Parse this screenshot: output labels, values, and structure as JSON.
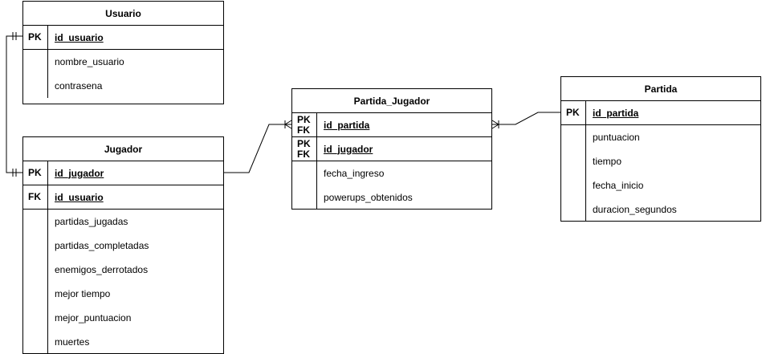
{
  "entities": {
    "usuario": {
      "title": "Usuario",
      "keys": [
        {
          "label": "PK",
          "field": "id_usuario"
        }
      ],
      "fields": [
        "nombre_usuario",
        "contrasena"
      ]
    },
    "jugador": {
      "title": "Jugador",
      "keys": [
        {
          "label": "PK",
          "field": "id_jugador"
        },
        {
          "label": "FK",
          "field": "id_usuario"
        }
      ],
      "fields": [
        "partidas_jugadas",
        "partidas_completadas",
        "enemigos_derrotados",
        "mejor tiempo",
        "mejor_puntuacion",
        "muertes"
      ]
    },
    "partida_jugador": {
      "title": "Partida_Jugador",
      "keys": [
        {
          "label1": "PK",
          "label2": "FK",
          "field": "id_partida"
        },
        {
          "label1": "PK",
          "label2": "FK",
          "field": "id_jugador"
        }
      ],
      "fields": [
        "fecha_ingreso",
        "powerups_obtenidos"
      ]
    },
    "partida": {
      "title": "Partida",
      "keys": [
        {
          "label": "PK",
          "field": "id_partida"
        }
      ],
      "fields": [
        "puntuacion",
        "tiempo",
        "fecha_inicio",
        "duracion_segundos"
      ]
    }
  },
  "relationships": [
    {
      "from": "Usuario.id_usuario",
      "to": "Jugador.id_jugador",
      "notation": "one-to-one"
    },
    {
      "from": "Jugador.id_jugador",
      "to": "Partida_Jugador.id_partida",
      "notation": "one-to-many"
    },
    {
      "from": "Partida.id_partida",
      "to": "Partida_Jugador.id_partida",
      "notation": "one-to-many"
    }
  ]
}
